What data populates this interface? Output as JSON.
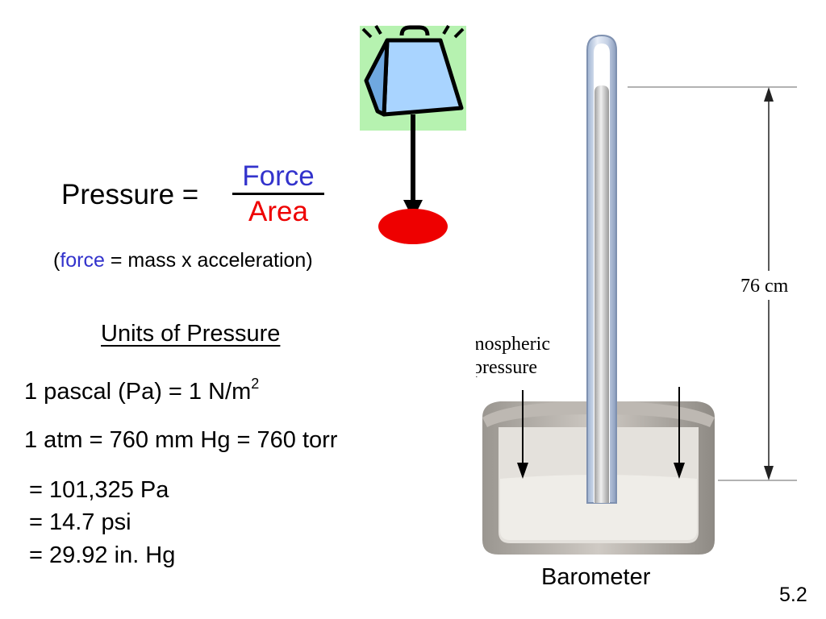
{
  "formula": {
    "lhs": "Pressure =",
    "numerator": "Force",
    "denominator": "Area",
    "note_open": "(",
    "note_highlight": "force",
    "note_rest": " = mass x acceleration)"
  },
  "units": {
    "heading": "Units of Pressure",
    "pascal_text": "1 pascal (Pa) = 1 N/m",
    "pascal_exponent": "2",
    "atm": "1 atm = 760 mm Hg = 760 torr",
    "equivalents": [
      "= 101,325 Pa",
      "= 14.7 psi",
      "= 29.92 in. Hg"
    ]
  },
  "diagram": {
    "height_label": "76 cm",
    "pressure_label_line1": "Atmospheric",
    "pressure_label_line2": "pressure",
    "caption": "Barometer"
  },
  "slide_number": "5.2",
  "colors": {
    "force": "#3333cc",
    "area": "#ee0000",
    "weight_fill": "#a9d4ff",
    "weight_background": "#b6f2b0",
    "contact_spot": "#ee0000"
  },
  "icons": [
    "weight-icon",
    "force-arrow-icon",
    "contact-area-icon"
  ]
}
